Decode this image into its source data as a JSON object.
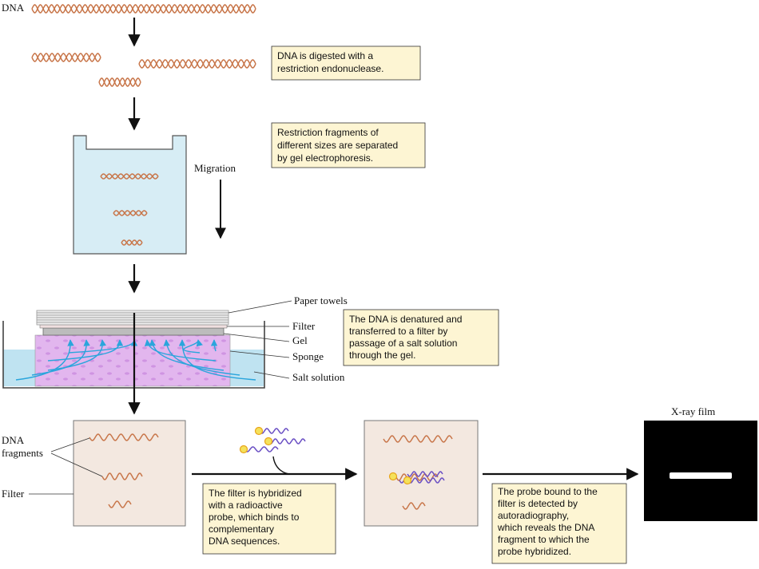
{
  "labels": {
    "dna": "DNA",
    "migration": "Migration",
    "paper_towels": "Paper towels",
    "filter": "Filter",
    "gel": "Gel",
    "sponge": "Sponge",
    "salt_solution": "Salt solution",
    "dna_fragments_1": "DNA",
    "dna_fragments_2": "fragments",
    "filter_left": "Filter",
    "xray_film": "X-ray film"
  },
  "captions": {
    "digest": [
      "DNA is digested with a",
      "restriction endonuclease."
    ],
    "electrophoresis": [
      "Restriction fragments of",
      "different sizes are separated",
      "by gel electrophoresis."
    ],
    "transfer": [
      "The DNA is denatured and",
      "transferred to a filter by",
      "passage of a salt solution",
      "through the gel."
    ],
    "hybridize": [
      "The filter is hybridized",
      "with a radioactive",
      "probe, which binds to",
      "complementary",
      "DNA sequences."
    ],
    "detect": [
      "The probe bound to the",
      "filter is detected by",
      "autoradiography,",
      "which reveals the DNA",
      "fragment to which the",
      "probe hybridized."
    ]
  },
  "colors": {
    "dna": "#c8764a",
    "probe": "#6a4fc4",
    "caption_bg": "#fdf5d3",
    "gel": "#d7edf5",
    "sponge": "#e2b6ee",
    "salt": "#bfe3f1",
    "filter_bg": "#f3e8e0",
    "flow": "#2aa5dc",
    "radio": "#f5e15a"
  }
}
